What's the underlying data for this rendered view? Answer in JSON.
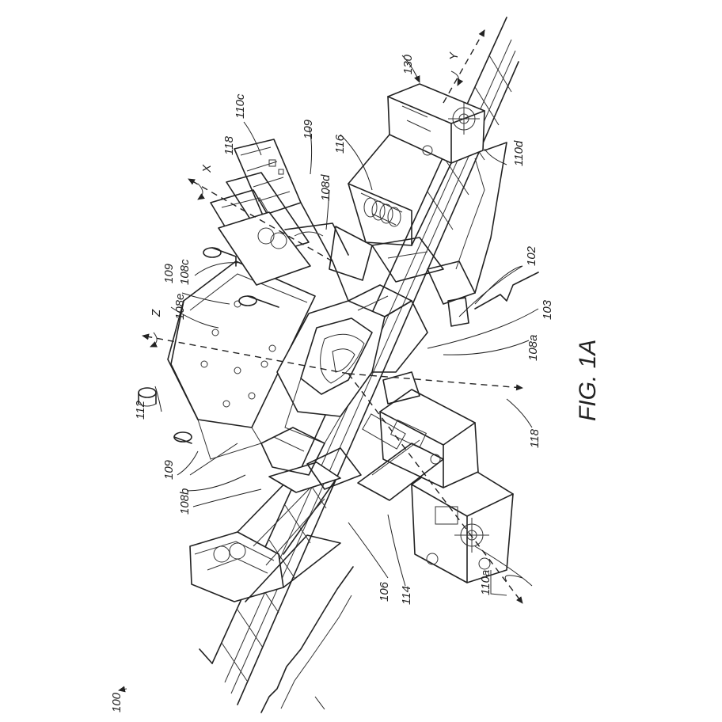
{
  "figure": {
    "label": "FIG. 1A"
  },
  "axes": {
    "x": "X",
    "y": "Y",
    "z": "Z"
  },
  "references": {
    "r100": "100",
    "r102": "102",
    "r103": "103",
    "r106": "106",
    "r108a": "108a",
    "r108b": "108b",
    "r108c": "108c",
    "r108d": "108d",
    "r108e": "108e",
    "r109_top": "109",
    "r109_left": "109",
    "r109_bottom": "109",
    "r110a": "110a",
    "r110c": "110c",
    "r110d": "110d",
    "r112": "112",
    "r114": "114",
    "r116": "116",
    "r118_top": "118",
    "r118_right": "118",
    "r130": "130"
  }
}
